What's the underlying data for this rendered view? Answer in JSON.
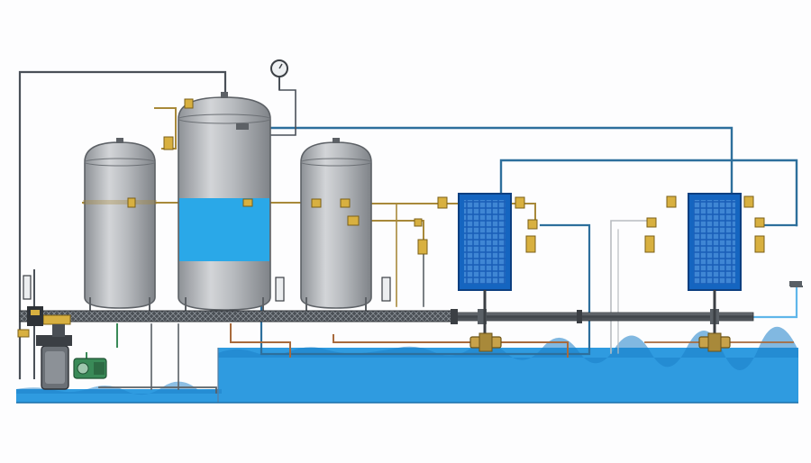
{
  "diagram": {
    "colors": {
      "background": "#fdfdfe",
      "water": "#2f9be0",
      "water_dark": "#1b7fc8",
      "tank": "#b3b6ba",
      "tank_dark": "#7e8287",
      "tank_light": "#d7d9dc",
      "tank_water": "#2aa8e8",
      "pipe_dark": "#3b3f44",
      "pipe_gray": "#5a6066",
      "pipe_blue": "#2d6f9c",
      "pipe_gold": "#a8893a",
      "pipe_copper": "#a86a3c",
      "panel": "#1565c0",
      "panel_cell": "#3f86d4",
      "valve": "#d8b040",
      "pump_green": "#3a8a58"
    },
    "components": {
      "tanks": [
        "tank-left",
        "tank-center",
        "tank-right"
      ],
      "solar_panels": [
        "solar-panel-1",
        "solar-panel-2"
      ],
      "pressure_gauge": "pressure-gauge-icon",
      "pumps": [
        "pump-gray",
        "pump-green"
      ]
    }
  }
}
